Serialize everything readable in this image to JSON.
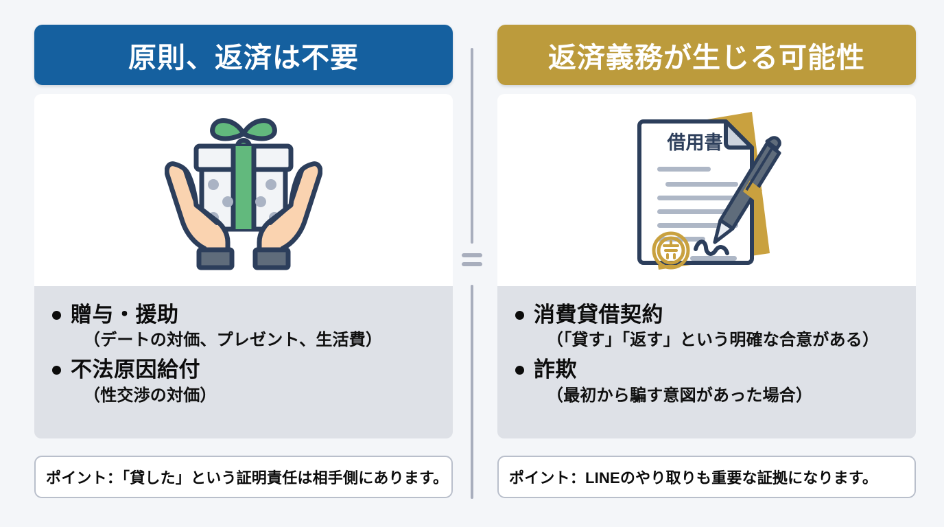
{
  "theme": {
    "background": "#f4f6f9",
    "blue": "#15609f",
    "gold": "#bc9b3c",
    "panel_gray": "#dee1e7",
    "card_white": "#ffffff",
    "divider_gray": "#a8aebd",
    "ink": "#0c0c0c"
  },
  "divider": {
    "symbol": "=",
    "name": "equals-divider"
  },
  "columns": [
    {
      "id": "no-repayment",
      "header": "原則、返済は不要",
      "header_color": "#15609f",
      "illustration": {
        "name": "gift-in-hands-illustration",
        "description": "緑のリボンのプレゼント箱を両手で受け取るイラスト",
        "colors": {
          "outline": "#2c3e5b",
          "ribbon": "#62b97d",
          "box": "#f4f6f8",
          "dots": "#aab3c4",
          "skin": "#fad3b0",
          "cuff": "#5f6c7b"
        }
      },
      "bullets": [
        {
          "title": "贈与・援助",
          "sub": "（デートの対価、プレゼント、生活費）"
        },
        {
          "title": "不法原因給付",
          "sub": "（性交渉の対価）"
        }
      ],
      "note": "ポイント：「貸した」という証明責任は相手側にあります。"
    },
    {
      "id": "repayment-obligation",
      "header": "返済義務が生じる可能性",
      "header_color": "#bc9b3c",
      "illustration": {
        "name": "iou-document-with-pen-illustration",
        "description": "借用書にペンで署名し、金色の印が押された書類のイラスト",
        "document_title": "借用書",
        "colors": {
          "outline": "#2c3e5b",
          "paper": "#ffffff",
          "back_paper": "#c9a13f",
          "lines": "#aeb7c6",
          "pen_body": "#5f6c7b",
          "pen_accent": "#c9a13f",
          "seal": "#c9a13f"
        }
      },
      "bullets": [
        {
          "title": "消費貸借契約",
          "sub": "（「貸す」「返す」という明確な合意がある）"
        },
        {
          "title": "詐欺",
          "sub": "（最初から騙す意図があった場合）"
        }
      ],
      "note": "ポイント：LINEのやり取りも重要な証拠になります。"
    }
  ]
}
